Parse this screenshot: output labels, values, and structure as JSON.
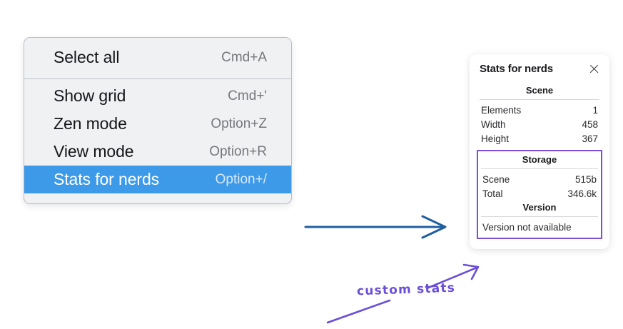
{
  "menu": {
    "groups": [
      {
        "name": "group-top",
        "items": [
          {
            "label": "Select all",
            "shortcut": "Cmd+A",
            "selected": false
          }
        ]
      },
      {
        "name": "group-bottom",
        "items": [
          {
            "label": "Show grid",
            "shortcut": "Cmd+'",
            "selected": false
          },
          {
            "label": "Zen mode",
            "shortcut": "Option+Z",
            "selected": false
          },
          {
            "label": "View mode",
            "shortcut": "Option+R",
            "selected": false
          },
          {
            "label": "Stats for nerds",
            "shortcut": "Option+/",
            "selected": true
          }
        ]
      }
    ]
  },
  "panel": {
    "title": "Stats for nerds",
    "close_icon": "close-icon",
    "sections": {
      "scene": {
        "heading": "Scene",
        "rows": [
          {
            "label": "Elements",
            "value": "1"
          },
          {
            "label": "Width",
            "value": "458"
          },
          {
            "label": "Height",
            "value": "367"
          }
        ]
      },
      "storage": {
        "heading": "Storage",
        "rows": [
          {
            "label": "Scene",
            "value": "515b"
          },
          {
            "label": "Total",
            "value": "346.6k"
          }
        ]
      },
      "version": {
        "heading": "Version",
        "text": "Version not available"
      }
    }
  },
  "annotations": {
    "handwritten_label": "custom stats",
    "arrow_blue_color": "#1f5fa0",
    "arrow_purple_color": "#6b4fd8",
    "highlight_border_color": "#7c4fd4"
  },
  "colors": {
    "menu_background": "#f0f1f3",
    "menu_border": "#b9bfc7",
    "selected_row": "#3d9ae8",
    "shortcut_text": "#76777c",
    "panel_background": "#ffffff"
  }
}
